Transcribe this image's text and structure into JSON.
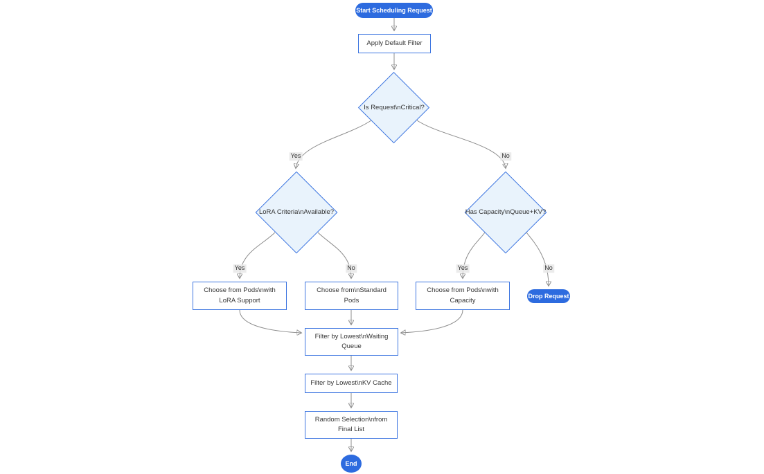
{
  "diagram_type": "flowchart",
  "colors": {
    "accent_blue": "#2d6bdf",
    "node_border_blue": "#3b74e0",
    "diamond_fill": "#e9f3fc",
    "rect_fill": "#ffffff",
    "edge_line_gray": "#8c8c8c",
    "arrowhead": "#333333",
    "text": "#333333",
    "edge_label_bg": "#e8e8e8",
    "background": "#ffffff"
  },
  "nodes": {
    "start": {
      "shape": "pill",
      "label": "Start Scheduling Request"
    },
    "apply_filter": {
      "shape": "rect",
      "label": "Apply Default Filter"
    },
    "is_critical": {
      "shape": "diamond",
      "label": "Is Request\\nCritical?"
    },
    "lora_available": {
      "shape": "diamond",
      "label": "LoRA Criteria\\nAvailable?"
    },
    "has_capacity": {
      "shape": "diamond",
      "label": "Has Capacity\\nQueue+KV?"
    },
    "choose_lora_pods": {
      "shape": "rect",
      "label": "Choose from Pods\\nwith\nLoRA Support"
    },
    "choose_standard_pods": {
      "shape": "rect",
      "label": "Choose from\\nStandard\nPods"
    },
    "choose_capacity_pods": {
      "shape": "rect",
      "label": "Choose from Pods\\nwith\nCapacity"
    },
    "drop_request": {
      "shape": "pill",
      "label": "Drop Request"
    },
    "filter_waiting_queue": {
      "shape": "rect",
      "label": "Filter by Lowest\\nWaiting\nQueue"
    },
    "filter_kv_cache": {
      "shape": "rect",
      "label": "Filter by Lowest\\nKV Cache"
    },
    "random_selection": {
      "shape": "rect",
      "label": "Random Selection\\nfrom\nFinal List"
    },
    "end": {
      "shape": "pill",
      "label": "End"
    }
  },
  "edges": [
    {
      "from": "start",
      "to": "apply_filter",
      "label": ""
    },
    {
      "from": "apply_filter",
      "to": "is_critical",
      "label": ""
    },
    {
      "from": "is_critical",
      "to": "lora_available",
      "label": "Yes"
    },
    {
      "from": "is_critical",
      "to": "has_capacity",
      "label": "No"
    },
    {
      "from": "lora_available",
      "to": "choose_lora_pods",
      "label": "Yes"
    },
    {
      "from": "lora_available",
      "to": "choose_standard_pods",
      "label": "No"
    },
    {
      "from": "has_capacity",
      "to": "choose_capacity_pods",
      "label": "Yes"
    },
    {
      "from": "has_capacity",
      "to": "drop_request",
      "label": "No"
    },
    {
      "from": "choose_lora_pods",
      "to": "filter_waiting_queue",
      "label": ""
    },
    {
      "from": "choose_standard_pods",
      "to": "filter_waiting_queue",
      "label": ""
    },
    {
      "from": "choose_capacity_pods",
      "to": "filter_waiting_queue",
      "label": ""
    },
    {
      "from": "filter_waiting_queue",
      "to": "filter_kv_cache",
      "label": ""
    },
    {
      "from": "filter_kv_cache",
      "to": "random_selection",
      "label": ""
    },
    {
      "from": "random_selection",
      "to": "end",
      "label": ""
    }
  ]
}
